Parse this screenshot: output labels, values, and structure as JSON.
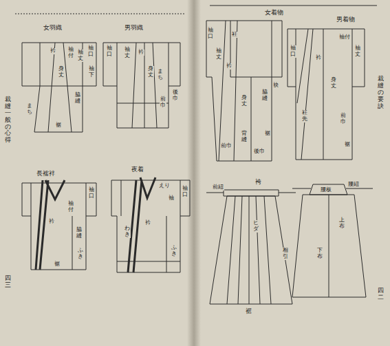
{
  "diagram": {
    "labels": [
      "裁縫一般の心得",
      "四三",
      "女羽織",
      "男羽織",
      "袖口",
      "袖丈",
      "袖付",
      "衿",
      "身丈",
      "脇縫",
      "まち",
      "裾",
      "袖下",
      "袖口",
      "袖丈",
      "衿",
      "身丈",
      "前巾",
      "後巾",
      "まち",
      "袖口",
      "袖丈",
      "衿",
      "身丈",
      "衽",
      "脇縫",
      "前巾",
      "後巾",
      "背縫",
      "裾",
      "袂",
      "袖口",
      "袖丈",
      "衿",
      "身丈",
      "衽先",
      "前巾",
      "裾",
      "袖付",
      "長襦袢",
      "袖付",
      "衿",
      "脇縫",
      "裾",
      "ふき",
      "袖口",
      "夜着",
      "えり",
      "袖",
      "衿",
      "わき",
      "ふき",
      "袖口",
      "袴",
      "前紐",
      "ヒダ",
      "相引",
      "裾",
      "腰紐",
      "腰板",
      "上布",
      "下布",
      "四二",
      "裁縫の要訣",
      "女着物",
      "男着物"
    ]
  }
}
